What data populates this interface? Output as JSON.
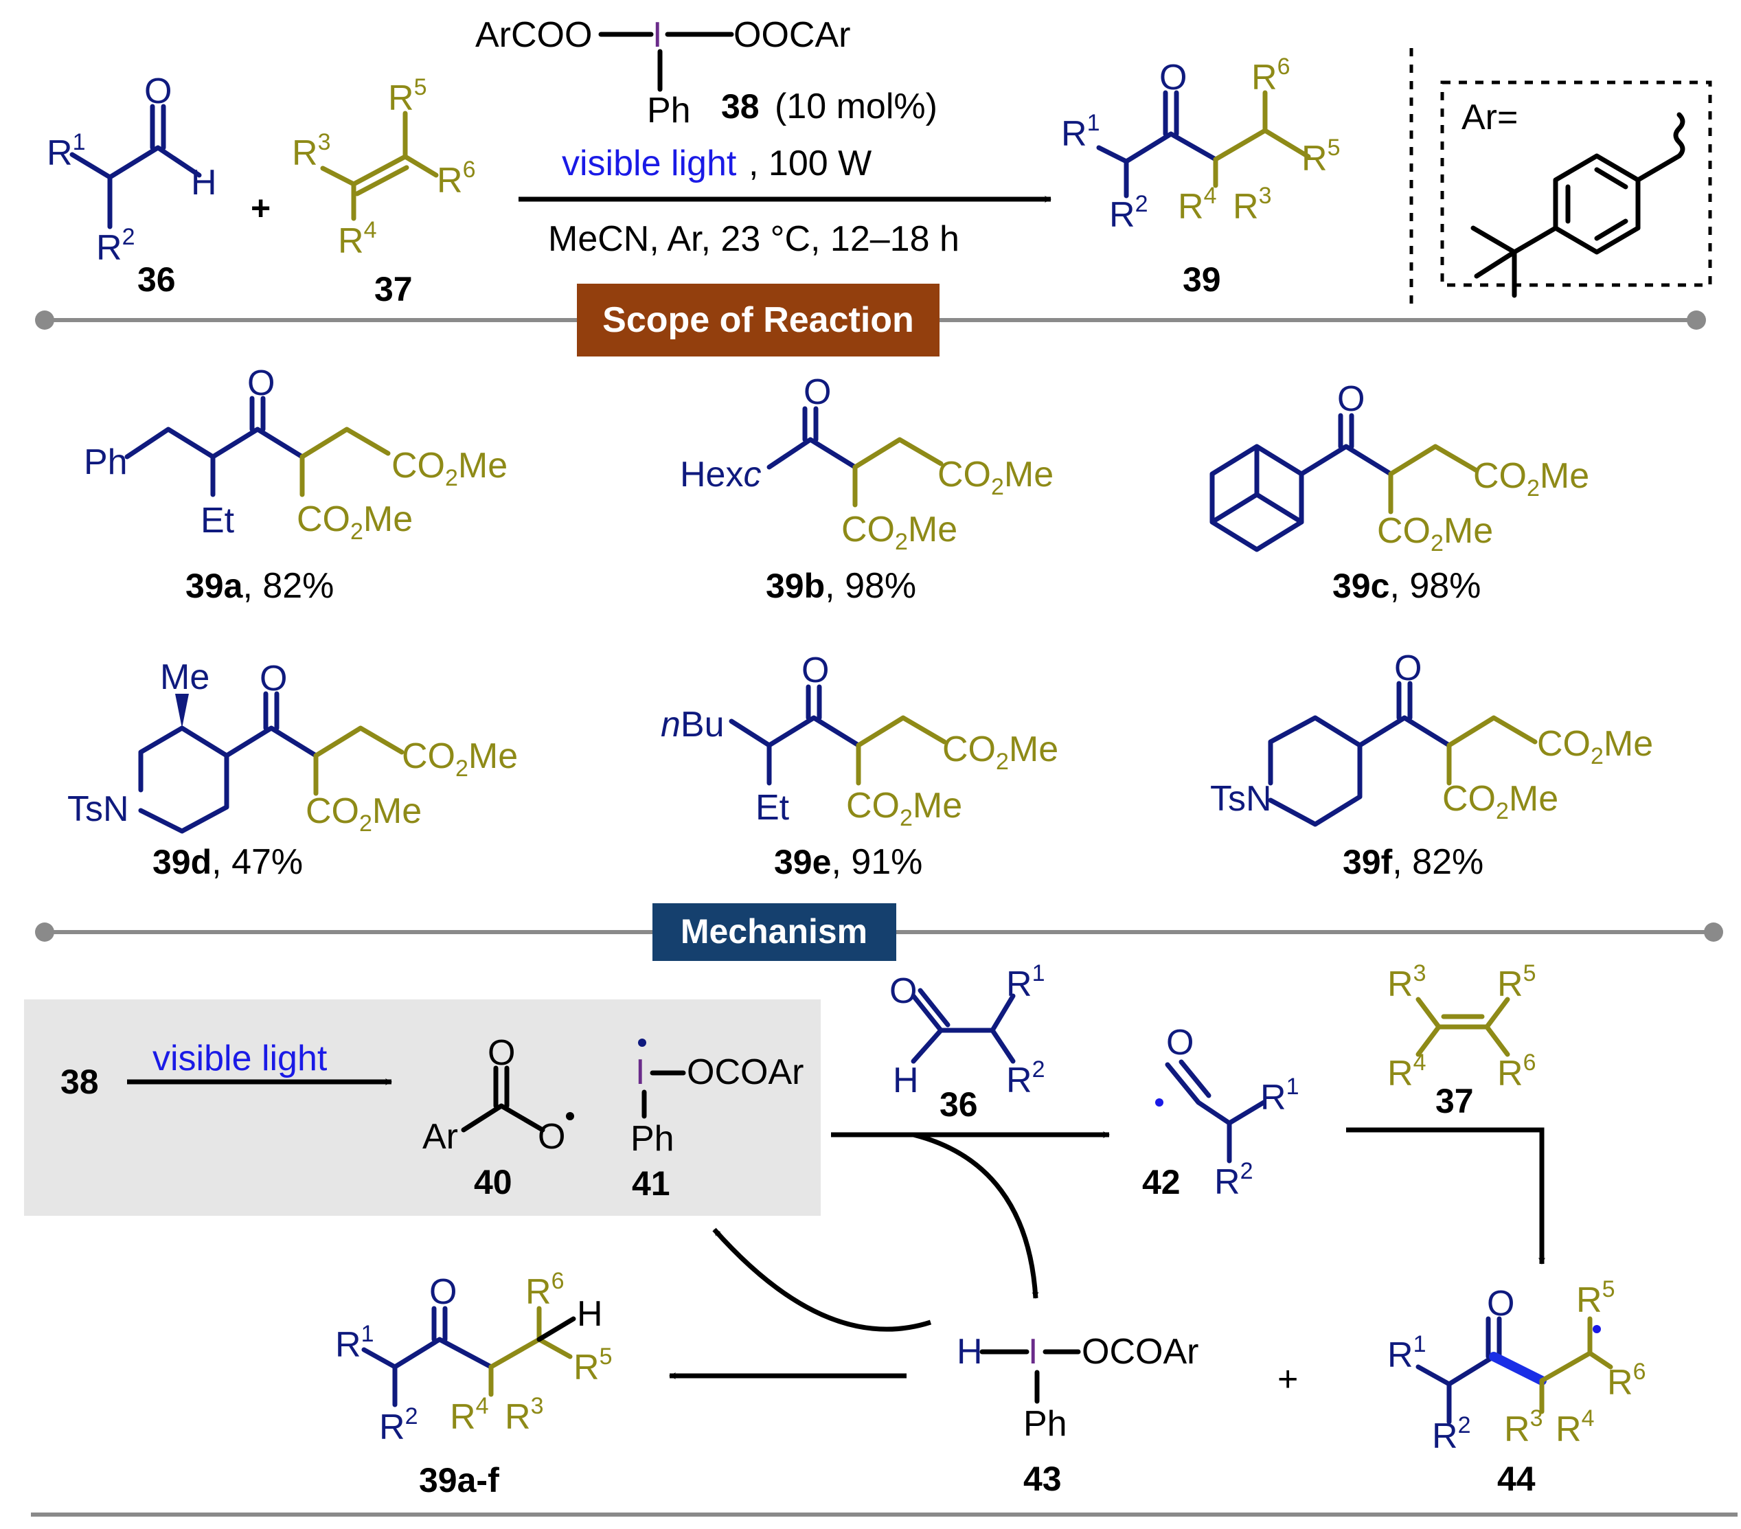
{
  "colors": {
    "substrate_blue": "#0f1a7e",
    "alkene_gold": "#8e8a17",
    "iodine_purple": "#6a2b8a",
    "light_blue": "#1a1ae6",
    "scope_banner": "#933f0d",
    "mechanism_banner": "#15406e",
    "shade": "#e6e6e6"
  },
  "top": {
    "reagent": {
      "left": "ArCOO",
      "center": "I",
      "right": "OOCAr",
      "below": "Ph",
      "label": "38",
      "loading": "(10 mol%)"
    },
    "condition_light": "visible light",
    "condition_power": ", 100 W",
    "condition_solvent": "MeCN, Ar, 23 °C, 12–18 h",
    "plus": "+",
    "aldehyde": {
      "label": "36",
      "O": "O",
      "H": "H",
      "R1": "R",
      "R1n": "1",
      "R2": "R",
      "R2n": "2"
    },
    "alkene": {
      "label": "37",
      "R3": "R",
      "R3n": "3",
      "R4": "R",
      "R4n": "4",
      "R5": "R",
      "R5n": "5",
      "R6": "R",
      "R6n": "6"
    },
    "product": {
      "label": "39",
      "O": "O",
      "R1": "R",
      "R1n": "1",
      "R2": "R",
      "R2n": "2",
      "R3": "R",
      "R3n": "3",
      "R4": "R",
      "R4n": "4",
      "R5": "R",
      "R5n": "5",
      "R6": "R",
      "R6n": "6"
    },
    "ar_definition": "Ar="
  },
  "scope": {
    "banner": "Scope of Reaction",
    "items": [
      {
        "label": "39a",
        "yield": ", 82%",
        "sub1": "Ph",
        "sub2": "Et"
      },
      {
        "label": "39b",
        "yield": ", 98%",
        "sub1": "Hex",
        "sub1i": "c"
      },
      {
        "label": "39c",
        "yield": ", 98%"
      },
      {
        "label": "39d",
        "yield": ", 47%",
        "sub1": "Me",
        "sub2": "TsN"
      },
      {
        "label": "39e",
        "yield": ", 91%",
        "sub1i": "n",
        "sub1": "Bu",
        "sub2": "Et"
      },
      {
        "label": "39f",
        "yield": ", 82%",
        "sub2": "TsN"
      }
    ],
    "ester": {
      "co": "CO",
      "two": "2",
      "me": "Me"
    },
    "O": "O"
  },
  "mechanism": {
    "banner": "Mechanism",
    "start": "38",
    "light": "visible light",
    "c40": {
      "label": "40",
      "Ar": "Ar",
      "O1": "O",
      "O2": "O"
    },
    "c41": {
      "label": "41",
      "I": "I",
      "OCOAr": "OCOAr",
      "Ph": "Ph"
    },
    "c36": {
      "label": "36",
      "O": "O",
      "H": "H"
    },
    "c42": {
      "label": "42",
      "O": "O"
    },
    "c37": {
      "label": "37"
    },
    "c43": {
      "label": "43",
      "H": "H",
      "I": "I",
      "OCOAr": "OCOAr",
      "Ph": "Ph"
    },
    "c44": {
      "label": "44",
      "O": "O"
    },
    "c39": {
      "label": "39a-f",
      "O": "O",
      "H": "H"
    },
    "plus": "+",
    "R": "R",
    "n1": "1",
    "n2": "2",
    "n3": "3",
    "n4": "4",
    "n5": "5",
    "n6": "6"
  }
}
